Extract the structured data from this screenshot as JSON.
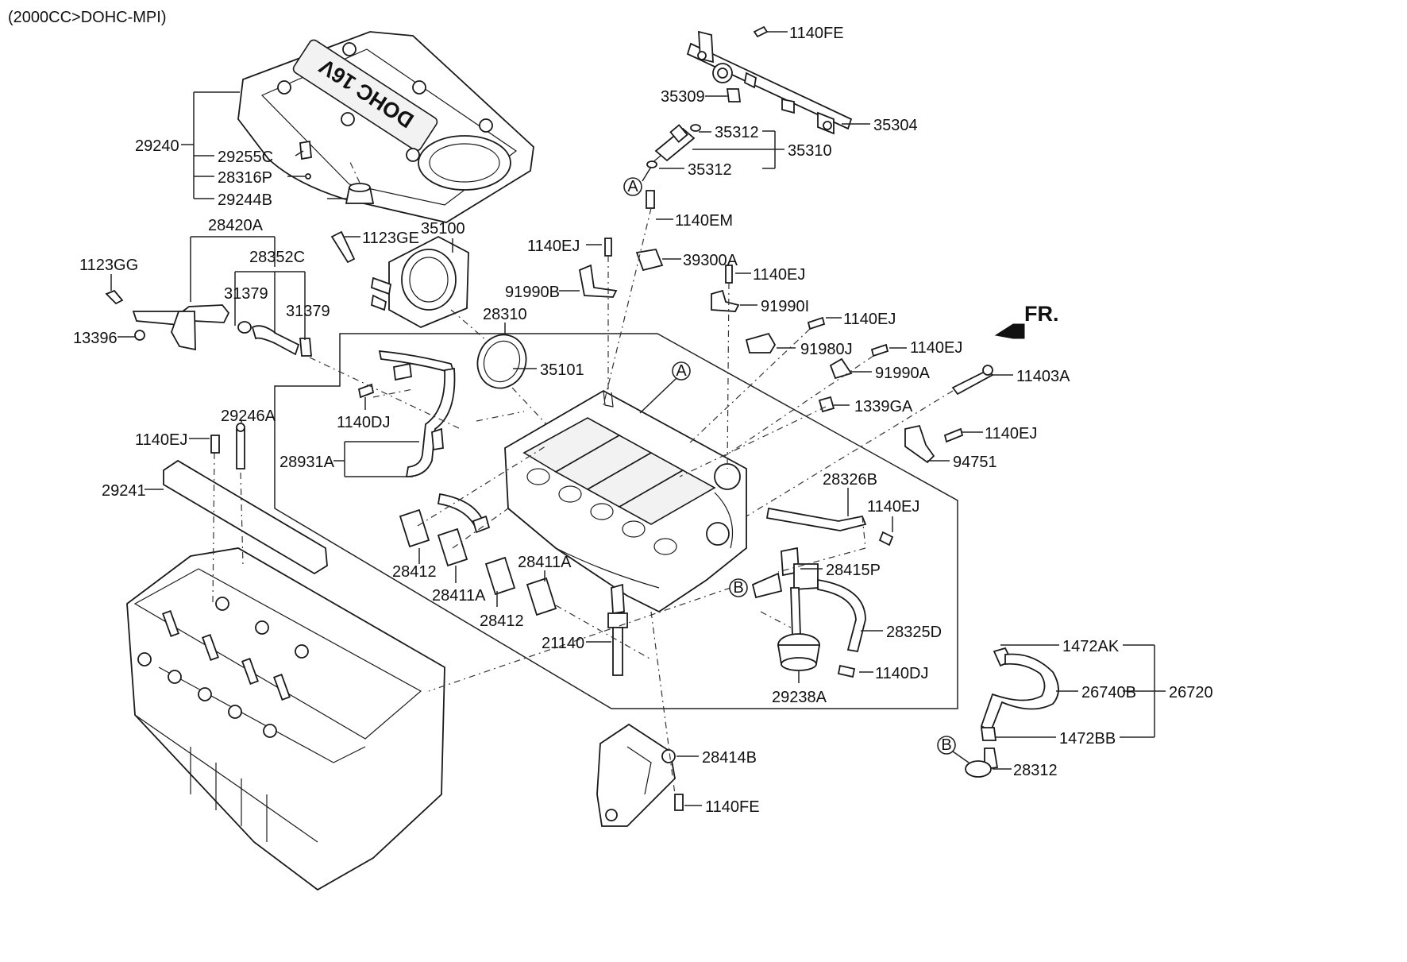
{
  "header": {
    "variant": "(2000CC>DOHC-MPI)"
  },
  "direction": {
    "label": "FR."
  },
  "cover_emblem": "DOHC 16V",
  "callouts": {
    "A": "A",
    "B": "B"
  },
  "labels": {
    "l_1140FE_top": "1140FE",
    "l_35309": "35309",
    "l_35312_a": "35312",
    "l_35304": "35304",
    "l_35310": "35310",
    "l_35312_b": "35312",
    "l_29240": "29240",
    "l_29255C": "29255C",
    "l_28316P": "28316P",
    "l_29244B": "29244B",
    "l_28420A": "28420A",
    "l_1123GG": "1123GG",
    "l_28352C": "28352C",
    "l_31379_a": "31379",
    "l_31379_b": "31379",
    "l_13396": "13396",
    "l_1123GE": "1123GE",
    "l_35100": "35100",
    "l_1140EM": "1140EM",
    "l_1140EJ_1": "1140EJ",
    "l_39300A": "39300A",
    "l_91990B": "91990B",
    "l_1140EJ_2": "1140EJ",
    "l_91990I": "91990I",
    "l_28310": "28310",
    "l_1140EJ_3": "1140EJ",
    "l_91980J": "91980J",
    "l_1140EJ_4": "1140EJ",
    "l_35101": "35101",
    "l_91990A": "91990A",
    "l_11403A": "11403A",
    "l_1339GA": "1339GA",
    "l_1140DJ_a": "1140DJ",
    "l_29246A": "29246A",
    "l_1140EJ_5": "1140EJ",
    "l_94751": "94751",
    "l_1140EJ_6": "1140EJ",
    "l_28931A": "28931A",
    "l_29241": "29241",
    "l_28326B": "28326B",
    "l_1140EJ_7": "1140EJ",
    "l_28415P": "28415P",
    "l_28412_a": "28412",
    "l_28411A_a": "28411A",
    "l_28411A_b": "28411A",
    "l_28412_b": "28412",
    "l_21140": "21140",
    "l_28325D": "28325D",
    "l_1472AK": "1472AK",
    "l_1140DJ_b": "1140DJ",
    "l_29238A": "29238A",
    "l_26740B": "26740B",
    "l_26720": "26720",
    "l_1472BB": "1472BB",
    "l_28312": "28312",
    "l_28414B": "28414B",
    "l_1140FE_bot": "1140FE"
  }
}
